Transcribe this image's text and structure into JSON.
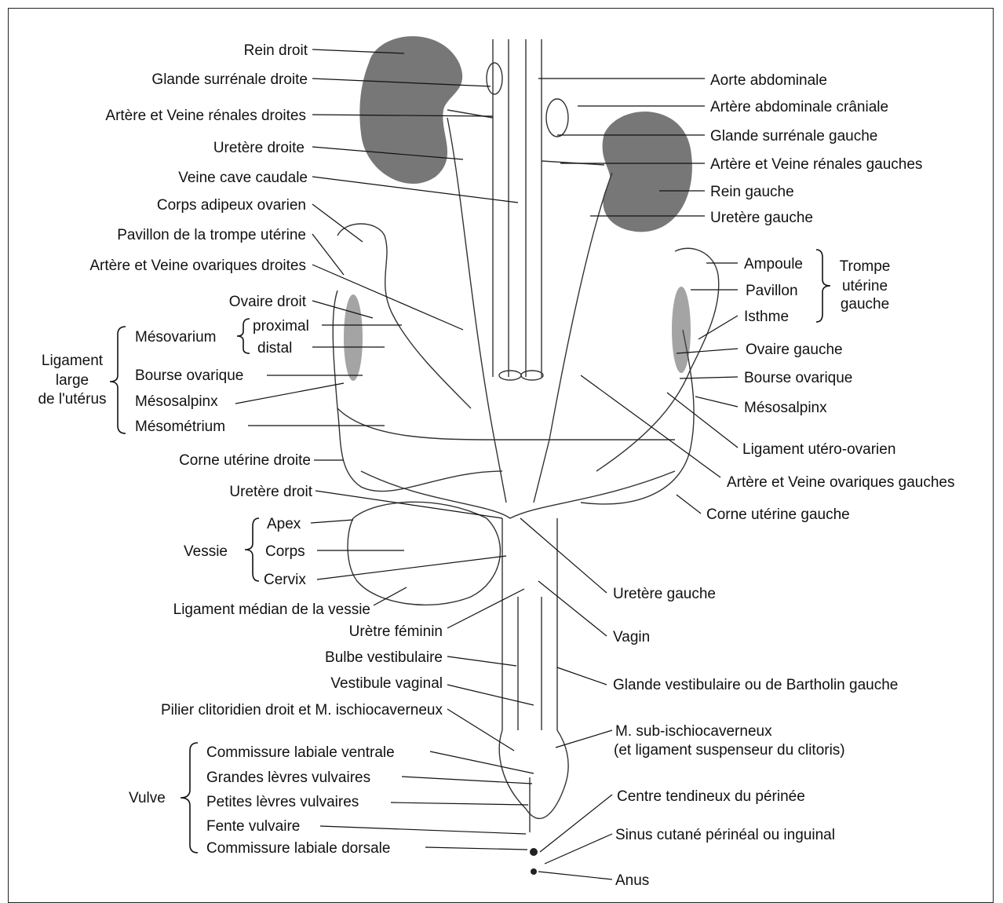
{
  "labels_left": [
    "Rein droit",
    "Glande surrénale droite",
    "Artère et Veine rénales droites",
    "Uretère droite",
    "Veine cave caudale",
    "Corps adipeux ovarien",
    "Pavillon de la trompe utérine",
    "Artère et Veine ovariques droites",
    "Ovaire droit",
    "Mésovarium",
    "proximal",
    "distal",
    "Ligament",
    "large",
    "de l'utérus",
    "Bourse ovarique",
    "Mésosalpinx",
    "Mésométrium",
    "Corne utérine droite",
    "Uretère droit",
    "Apex",
    "Vessie",
    "Corps",
    "Cervix",
    "Ligament médian de la vessie",
    "Urètre féminin",
    "Bulbe vestibulaire",
    "Vestibule vaginal",
    "Pilier clitoridien droit et M. ischiocaverneux",
    "Commissure labiale ventrale",
    "Grandes lèvres vulvaires",
    "Vulve",
    "Petites lèvres vulvaires",
    "Fente vulvaire",
    "Commissure labiale dorsale"
  ],
  "labels_right": [
    "Aorte abdominale",
    "Artère abdominale crâniale",
    "Glande surrénale gauche",
    "Artère et Veine rénales gauches",
    "Rein gauche",
    "Uretère gauche",
    "Ampoule",
    "Trompe",
    "utérine",
    "gauche",
    "Pavillon",
    "Isthme",
    "Ovaire gauche",
    "Bourse ovarique",
    "Mésosalpinx",
    "Ligament utéro-ovarien",
    "Artère et Veine ovariques gauches",
    "Corne utérine gauche",
    "Uretère gauche",
    "Vagin",
    "Glande vestibulaire ou de Bartholin gauche",
    "M. sub-ischiocaverneux",
    "(et ligament suspenseur du clitoris)",
    "Centre tendineux du périnée",
    "Sinus cutané périnéal ou inguinal",
    "Anus"
  ]
}
